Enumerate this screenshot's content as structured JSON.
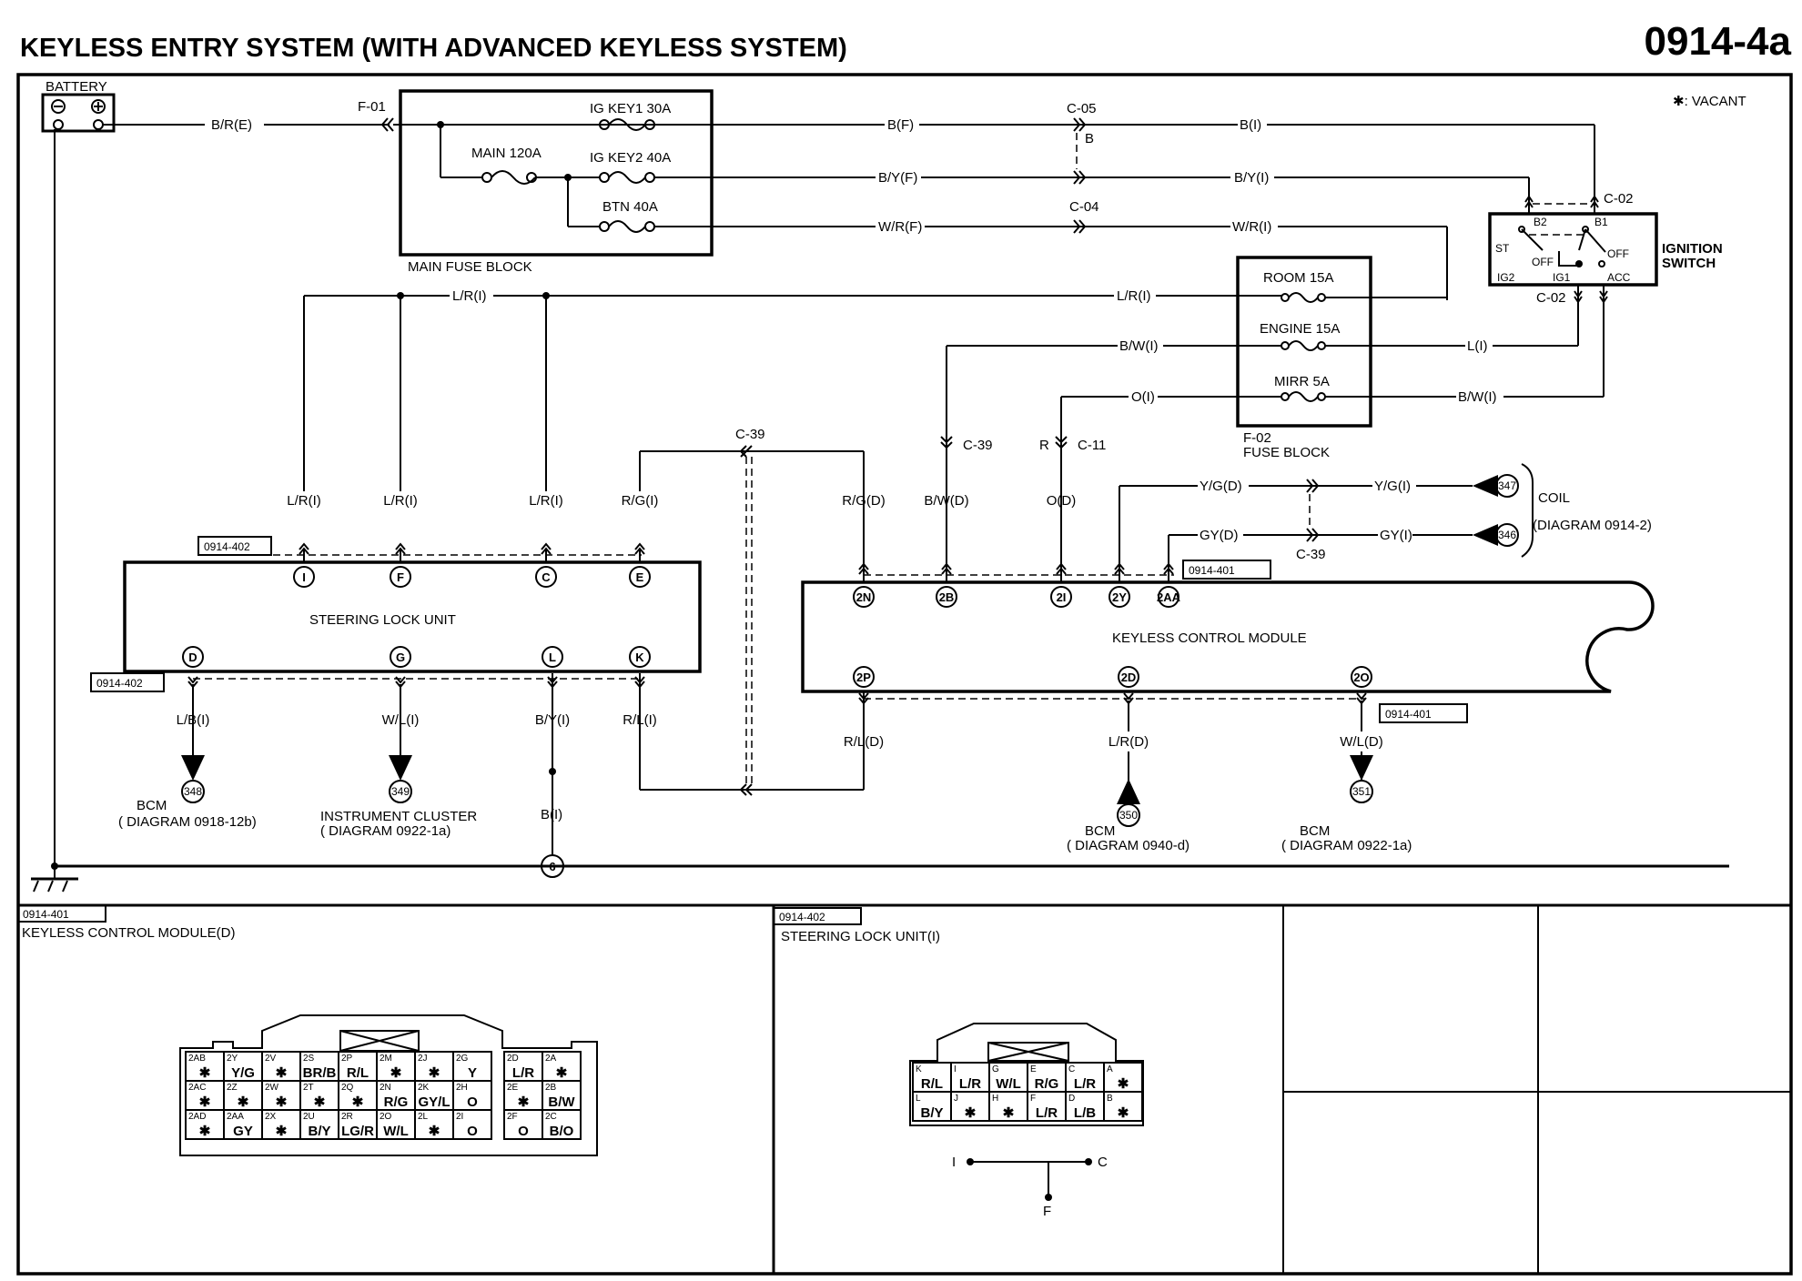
{
  "header": {
    "title": "KEYLESS ENTRY SYSTEM (WITH ADVANCED KEYLESS SYSTEM)",
    "page_number": "0914-4a",
    "vacant_note": "✱: VACANT"
  },
  "power": {
    "battery_label": "BATTERY",
    "battery_wire": "B/R(E)",
    "connector_f01": "F-01",
    "main_fuse_block_label": "MAIN FUSE BLOCK",
    "fuses": [
      "IG KEY1 30A",
      "MAIN 120A",
      "IG KEY2 40A",
      "BTN 40A"
    ],
    "wires_from_main": [
      "B(F)",
      "B/Y(F)",
      "W/R(F)"
    ],
    "connector_c05": "C-05",
    "connector_c05_pin": "B",
    "connector_c04": "C-04",
    "wires_to_ign": [
      "B(I)",
      "B/Y(I)",
      "W/R(I)"
    ]
  },
  "ignition": {
    "label_line1": "IGNITION",
    "label_line2": "SWITCH",
    "connector_top": "C-02",
    "connector_bottom": "C-02",
    "terminals": [
      "B2",
      "B1",
      "ST",
      "OFF",
      "OFF",
      "IG2",
      "IG1",
      "ACC"
    ],
    "out_wires": [
      "L(I)",
      "B/W(I)"
    ]
  },
  "fuse_block_f02": {
    "label_line1": "F-02",
    "label_line2": "FUSE BLOCK",
    "fuses": [
      "ROOM 15A",
      "ENGINE 15A",
      "MIRR 5A"
    ],
    "wires": [
      "L/R(I)",
      "B/W(I)",
      "O(I)"
    ]
  },
  "steering_lock": {
    "label": "STEERING LOCK UNIT",
    "ref_top": "0914-402",
    "ref_bottom": "0914-402",
    "top_pins": [
      "I",
      "F",
      "C",
      "E"
    ],
    "top_wires": [
      "L/R(I)",
      "L/R(I)",
      "L/R(I)",
      "R/G(I)"
    ],
    "bottom_pins": [
      "D",
      "G",
      "L",
      "K"
    ],
    "bottom_wires": [
      "L/B(I)",
      "W/L(I)",
      "B/Y(I)",
      "R/L(I)"
    ],
    "trunk_wire": "L/R(I)",
    "ground_wire": "B(I)",
    "ground_point": "6"
  },
  "keyless_module": {
    "label": "KEYLESS CONTROL MODULE",
    "ref_top": "0914-401",
    "ref_bottom": "0914-401",
    "top_pins": [
      "2N",
      "2B",
      "2I",
      "2Y",
      "2AA"
    ],
    "top_wires": [
      "R/G(D)",
      "B/W(D)",
      "O(D)",
      "Y/G(D)",
      "GY(D)"
    ],
    "bottom_pins": [
      "2P",
      "2D",
      "2O"
    ],
    "bottom_wires": [
      "R/L(D)",
      "L/R(D)",
      "W/L(D)"
    ],
    "connector_c39": "C-39",
    "connector_c11": "C-11",
    "r_mark": "R"
  },
  "coil": {
    "wires": [
      "Y/G(I)",
      "GY(I)"
    ],
    "refs": [
      "347",
      "346"
    ],
    "label": "COIL",
    "diagram": "(DIAGRAM 0914-2)",
    "connector": "C-39"
  },
  "destinations": [
    {
      "ref": "348",
      "name": "BCM",
      "diagram": "( DIAGRAM 0918-12b)"
    },
    {
      "ref": "349",
      "name": "INSTRUMENT CLUSTER",
      "diagram": "( DIAGRAM 0922-1a)"
    },
    {
      "ref": "350",
      "name": "BCM",
      "diagram": "( DIAGRAM 0940-d)"
    },
    {
      "ref": "351",
      "name": "BCM",
      "diagram": "( DIAGRAM 0922-1a)"
    }
  ],
  "panels": {
    "kcm": {
      "ref": "0914-401",
      "title": "KEYLESS CONTROL MODULE(D)",
      "rows": [
        [
          [
            "2AB",
            "✱"
          ],
          [
            "2Y",
            "Y/G"
          ],
          [
            "2V",
            "✱"
          ],
          [
            "2S",
            "BR/B"
          ],
          [
            "2P",
            "R/L"
          ],
          [
            "2M",
            "✱"
          ],
          [
            "2J",
            "✱"
          ],
          [
            "2G",
            "Y"
          ],
          [
            "2D",
            "L/R"
          ],
          [
            "2A",
            "✱"
          ]
        ],
        [
          [
            "2AC",
            "✱"
          ],
          [
            "2Z",
            "✱"
          ],
          [
            "2W",
            "✱"
          ],
          [
            "2T",
            "✱"
          ],
          [
            "2Q",
            "✱"
          ],
          [
            "2N",
            "R/G"
          ],
          [
            "2K",
            "GY/L"
          ],
          [
            "2H",
            "O"
          ],
          [
            "2E",
            "✱"
          ],
          [
            "2B",
            "B/W"
          ]
        ],
        [
          [
            "2AD",
            "✱"
          ],
          [
            "2AA",
            "GY"
          ],
          [
            "2X",
            "✱"
          ],
          [
            "2U",
            "B/Y"
          ],
          [
            "2R",
            "LG/R"
          ],
          [
            "2O",
            "W/L"
          ],
          [
            "2L",
            "✱"
          ],
          [
            "2I",
            "O"
          ],
          [
            "2F",
            "O"
          ],
          [
            "2C",
            "B/O"
          ]
        ]
      ]
    },
    "slu": {
      "ref": "0914-402",
      "title": "STEERING LOCK UNIT(I)",
      "rows": [
        [
          [
            "K",
            "R/L"
          ],
          [
            "I",
            "L/R"
          ],
          [
            "G",
            "W/L"
          ],
          [
            "E",
            "R/G"
          ],
          [
            "C",
            "L/R"
          ],
          [
            "A",
            "✱"
          ]
        ],
        [
          [
            "L",
            "B/Y"
          ],
          [
            "J",
            "✱"
          ],
          [
            "H",
            "✱"
          ],
          [
            "F",
            "L/R"
          ],
          [
            "D",
            "L/B"
          ],
          [
            "B",
            "✱"
          ]
        ]
      ],
      "jumper": [
        "I",
        "C",
        "F"
      ]
    }
  }
}
